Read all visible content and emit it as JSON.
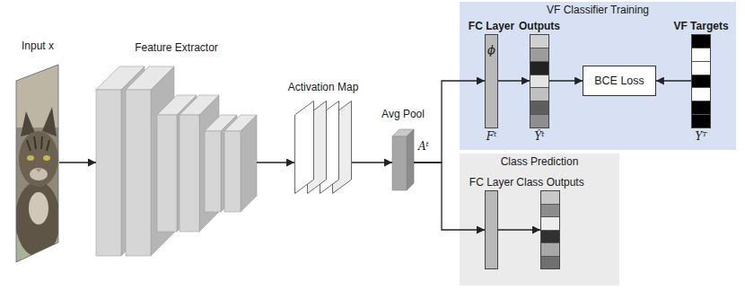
{
  "diagram": {
    "nodes": [
      {
        "text": [
          "Input x"
        ]
      },
      {
        "text": [
          "Feature Extractor"
        ]
      },
      {
        "text": [
          "Activation Map"
        ]
      },
      {
        "text": [
          "Avg Pool"
        ]
      },
      {
        "text": [
          "VF Classifier Training"
        ]
      },
      {
        "text": [
          "FC Layer",
          "ϕ",
          "Fᵗ"
        ],
        "in": 4
      },
      {
        "text": [
          "Outputs",
          "Ŷᵗ"
        ],
        "in": 4
      },
      {
        "text": [
          "BCE Loss"
        ],
        "in": 4
      },
      {
        "text": [
          "VF Targets",
          "Yᵀ"
        ],
        "in": 4
      },
      {
        "text": [
          "Class Prediction"
        ]
      },
      {
        "text": [
          "FC Layer"
        ],
        "in": 9
      },
      {
        "text": [
          "Class Outputs"
        ],
        "in": 9
      }
    ],
    "edges": [
      {
        "from": 0,
        "to": 1,
        "arrow": "to"
      },
      {
        "from": 1,
        "to": 2,
        "arrow": "to"
      },
      {
        "from": 2,
        "to": 3,
        "arrow": "to"
      },
      {
        "from": 3,
        "to": 5,
        "arrow": "to"
      },
      {
        "from": 3,
        "to": 10,
        "arrow": "to"
      },
      {
        "from": 5,
        "to": 6,
        "arrow": "to"
      },
      {
        "from": 6,
        "to": 7,
        "arrow": "to"
      },
      {
        "from": 8,
        "to": 7,
        "arrow": "to"
      },
      {
        "from": 10,
        "to": 11,
        "arrow": "to"
      }
    ],
    "labels": [
      "Aᵗ"
    ]
  }
}
